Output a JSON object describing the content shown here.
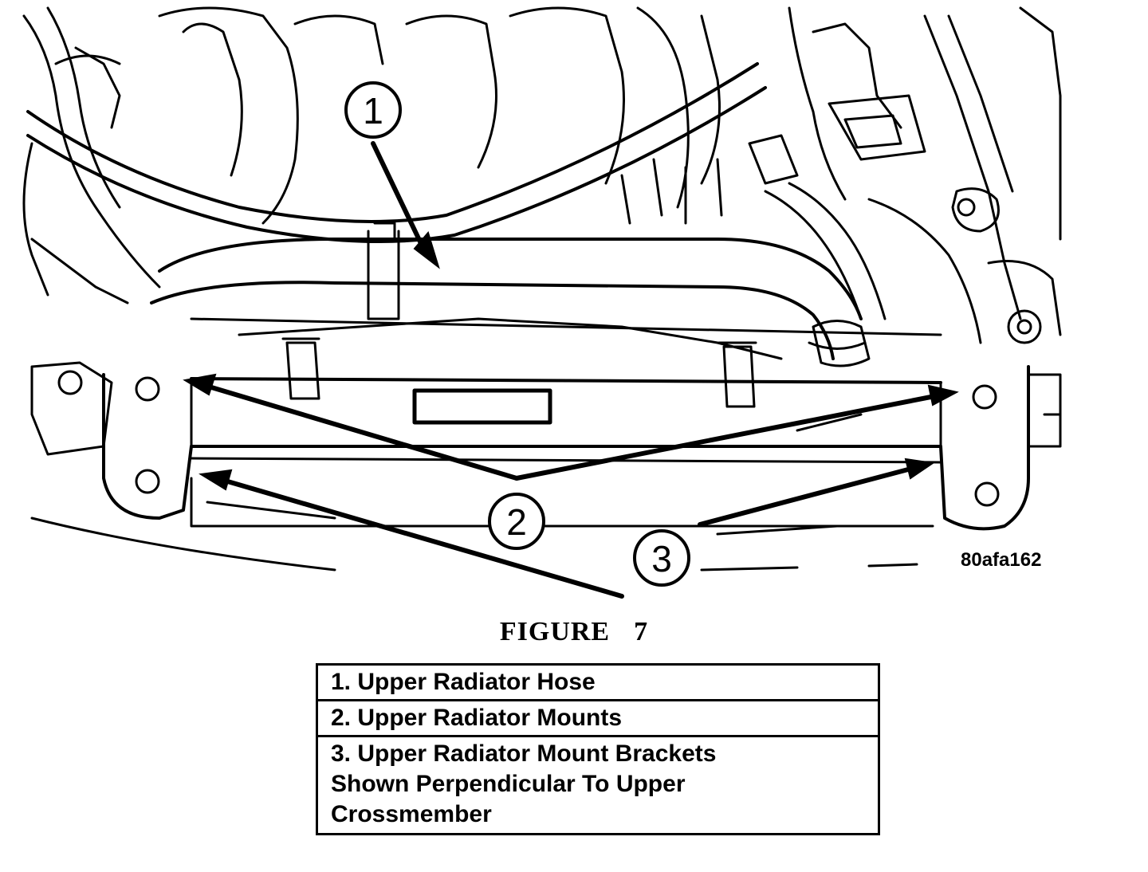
{
  "figure": {
    "callouts": [
      {
        "number": "1"
      },
      {
        "number": "2"
      },
      {
        "number": "3"
      }
    ],
    "reference_code": "80afa162",
    "caption": {
      "word": "FIGURE",
      "number": "7"
    }
  },
  "legend": {
    "rows": [
      {
        "lines": [
          "1. Upper Radiator Hose"
        ]
      },
      {
        "lines": [
          "2. Upper Radiator Mounts"
        ]
      },
      {
        "lines": [
          "3. Upper Radiator Mount Brackets",
          "Shown Perpendicular To Upper",
          "Crossmember"
        ]
      }
    ]
  }
}
